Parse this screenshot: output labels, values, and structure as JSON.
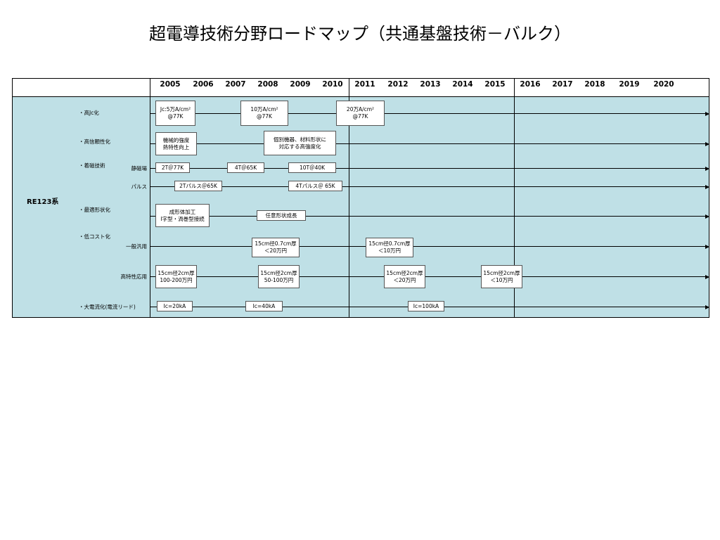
{
  "title": "超電導技術分野ロードマップ（共通基盤技術－バルク）",
  "years": [
    "2005",
    "2006",
    "2007",
    "2008",
    "2009",
    "2010",
    "2011",
    "2012",
    "2013",
    "2014",
    "2015",
    "2016",
    "2017",
    "2018",
    "2019",
    "2020"
  ],
  "group": "RE123系",
  "rows": [
    {
      "label": "・高Jc化",
      "sub": "",
      "boxes": [
        [
          "Jc:5万A/cm²",
          "@77K"
        ],
        [
          "10万A/cm²",
          "@77K"
        ],
        [
          "20万A/cm²",
          "@77K"
        ]
      ]
    },
    {
      "label": "・高信頼性化",
      "sub": "",
      "boxes": [
        [
          "機械的強度",
          "熱特性向上"
        ],
        [
          "個別機器、材料形状に",
          "対応する高強度化"
        ]
      ]
    },
    {
      "label": "・着磁技術",
      "sub": "静磁場",
      "boxes": [
        [
          "2T＠77K"
        ],
        [
          "4T＠65K"
        ],
        [
          "10T＠40K"
        ]
      ]
    },
    {
      "label": "",
      "sub": "パルス",
      "boxes": [
        [
          "2Tパルス＠65K"
        ],
        [
          "4Tパルス＠ 65K"
        ]
      ]
    },
    {
      "label": "・最適形状化",
      "sub": "",
      "boxes": [
        [
          "成形体加工",
          "I字型・渦巻型接続"
        ],
        [
          "任意形状成長"
        ]
      ]
    },
    {
      "label": "・低コスト化",
      "sub": "一般汎用",
      "boxes": [
        [
          "15cm径0.7cm厚",
          "＜20万円"
        ],
        [
          "15cm径0.7cm厚",
          "＜10万円"
        ]
      ]
    },
    {
      "label": "",
      "sub": "高特性応用",
      "boxes": [
        [
          "15cm径2cm厚",
          "100-200万円"
        ],
        [
          "15cm径2cm厚",
          "50-100万円"
        ],
        [
          "15cm径2cm厚",
          "＜20万円"
        ],
        [
          "15cm径2cm厚",
          "＜10万円"
        ]
      ]
    },
    {
      "label": "・大電流化(電流リード)",
      "sub": "",
      "boxes": [
        [
          "Ic=20kA"
        ],
        [
          "Ic=40kA"
        ],
        [
          "Ic=100kA"
        ]
      ]
    }
  ]
}
